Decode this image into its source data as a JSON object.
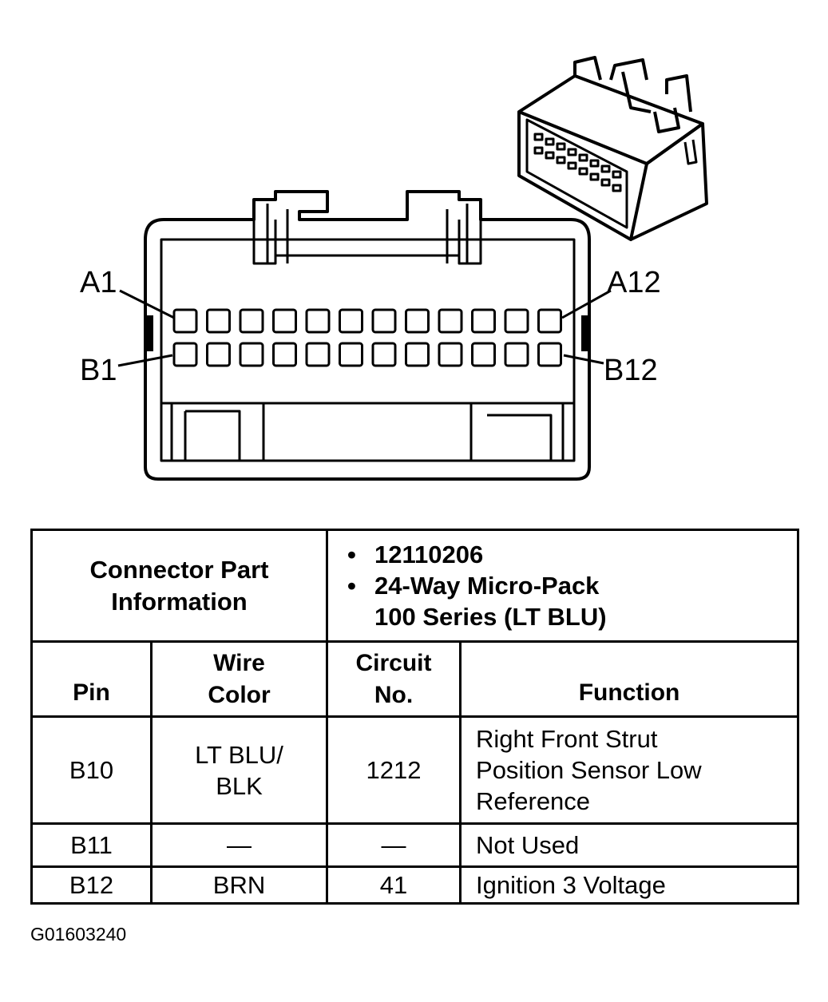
{
  "diagram": {
    "pin_labels": {
      "a1": "A1",
      "a12": "A12",
      "b1": "B1",
      "b12": "B12"
    }
  },
  "table": {
    "part_info_label": "Connector Part Information",
    "part_info": [
      "12110206",
      "24-Way Micro-Pack 100 Series (LT BLU)"
    ],
    "part_info_lines": [
      [
        "12110206"
      ],
      [
        "24-Way Micro-Pack",
        "100 Series (LT BLU)"
      ]
    ],
    "headers": {
      "pin": "Pin",
      "wire_color_1": "Wire",
      "wire_color_2": "Color",
      "circuit_1": "Circuit",
      "circuit_2": "No.",
      "function": "Function"
    },
    "rows": [
      {
        "pin": "B10",
        "wire_color_lines": [
          "LT BLU/",
          "BLK"
        ],
        "circuit": "1212",
        "function_lines": [
          "Right Front Strut",
          "Position Sensor Low",
          "Reference"
        ]
      },
      {
        "pin": "B11",
        "wire_color_lines": [
          "—"
        ],
        "circuit": "—",
        "function_lines": [
          "Not Used"
        ]
      },
      {
        "pin": "B12",
        "wire_color_lines": [
          "BRN"
        ],
        "circuit": "41",
        "function_lines": [
          "Ignition 3 Voltage"
        ]
      }
    ]
  },
  "figure_id": "G01603240"
}
